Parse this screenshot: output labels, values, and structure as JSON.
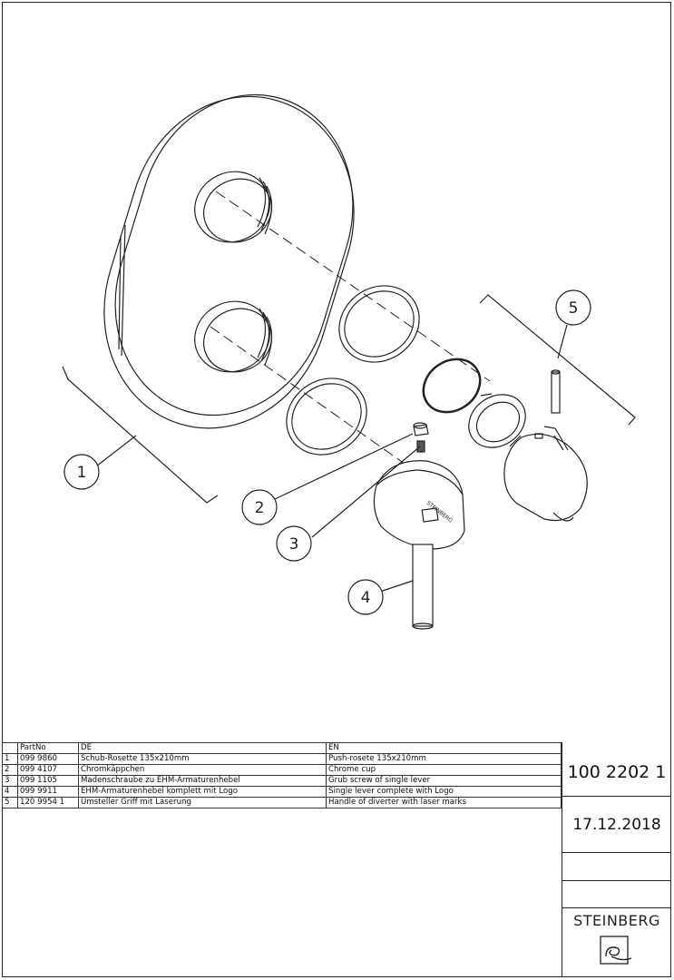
{
  "callouts": [
    "1",
    "2",
    "3",
    "4",
    "5"
  ],
  "lever_logo_text": "STEINBERG",
  "table": {
    "headers": [
      "",
      "PartNo",
      "DE",
      "EN"
    ],
    "rows": [
      {
        "no": "1",
        "part": "099 9860",
        "de": "Schub-Rosette 135x210mm",
        "en": "Push-rosete 135x210mm"
      },
      {
        "no": "2",
        "part": "099 4107",
        "de": "Chromkäppchen",
        "en": "Chrome cup"
      },
      {
        "no": "3",
        "part": "099 1105",
        "de": "Madenschraube zu EHM-Armaturenhebel",
        "en": "Grub screw of single lever"
      },
      {
        "no": "4",
        "part": "099 9911",
        "de": "EHM-Armaturenhebel komplett mit Logo",
        "en": "Single lever complete with Logo"
      },
      {
        "no": "5",
        "part": "120 9954 1",
        "de": "Umsteller Griff mit Laserung",
        "en": "Handle of diverter with laser marks"
      }
    ]
  },
  "title_block": {
    "number": "100 2202 1",
    "date": "17.12.2018",
    "brand": "STEINBERG",
    "logo_icon": "steinberg-logo-icon"
  }
}
